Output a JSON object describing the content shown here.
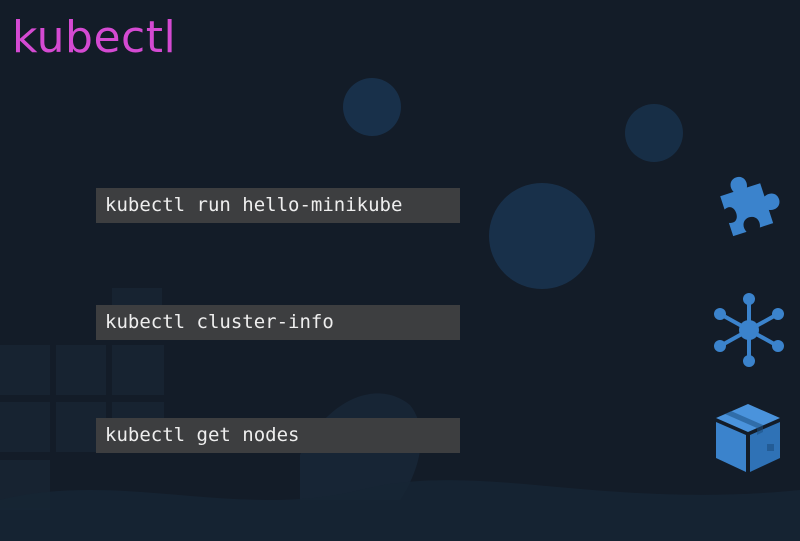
{
  "slide": {
    "title": "kubectl",
    "commands": [
      {
        "text": "kubectl run hello-minikube",
        "icon": "puzzle-piece-icon"
      },
      {
        "text": "kubectl cluster-info",
        "icon": "network-hub-icon"
      },
      {
        "text": "kubectl get nodes",
        "icon": "package-box-icon"
      }
    ]
  },
  "colors": {
    "background": "#131c28",
    "title": "#d44ad2",
    "command_box": "#3d3e40",
    "command_text": "#eeeeee",
    "icon": "#3b83cc"
  }
}
